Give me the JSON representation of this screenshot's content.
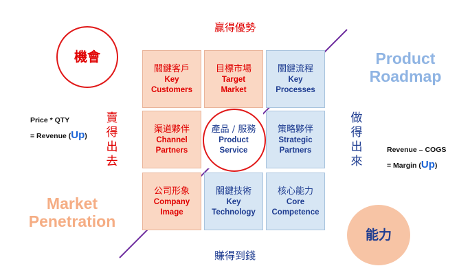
{
  "top_label": "贏得優勢",
  "bottom_label": "賺得到錢",
  "left_vertical": [
    "賣",
    "得",
    "出",
    "去"
  ],
  "right_vertical": [
    "做",
    "得",
    "出",
    "來"
  ],
  "opportunity": "機會",
  "capability": "能力",
  "product_roadmap": [
    "Product",
    "Roadmap"
  ],
  "market_penetration": [
    "Market",
    "Penetration"
  ],
  "left_formula": {
    "line1": "Price * QTY",
    "line2_prefix": "= Revenue (",
    "up": "Up",
    "line2_suffix": ")"
  },
  "right_formula": {
    "line1": "Revenue – COGS",
    "line2_prefix": "= Margin (",
    "up": "Up",
    "line2_suffix": ")"
  },
  "grid": [
    {
      "zh": "關鍵客戶",
      "en": [
        "Key",
        "Customers"
      ]
    },
    {
      "zh": "目標市場",
      "en": [
        "Target",
        "Market"
      ]
    },
    {
      "zh": "關鍵流程",
      "en": [
        "Key",
        "Processes"
      ]
    },
    {
      "zh": "渠道夥伴",
      "en": [
        "Channel",
        "Partners"
      ]
    },
    {
      "zh": "產品 / 服務",
      "en": [
        "Product",
        "Service"
      ]
    },
    {
      "zh": "策略夥伴",
      "en": [
        "Strategic",
        "Partners"
      ]
    },
    {
      "zh": "公司形象",
      "en": [
        "Company",
        "Image"
      ]
    },
    {
      "zh": "關鍵技術",
      "en": [
        "Key",
        "Technology"
      ]
    },
    {
      "zh": "核心能力",
      "en": [
        "Core",
        "Competence"
      ]
    }
  ],
  "colors": {
    "red": "#e00000",
    "navy": "#1f3d91",
    "orange_fill": "#fad7c3",
    "blue_fill": "#d7e6f4",
    "diagonal": "#7030a0",
    "roadmap_blue": "#8fb4e3",
    "penetration_orange": "#f5ad84"
  }
}
